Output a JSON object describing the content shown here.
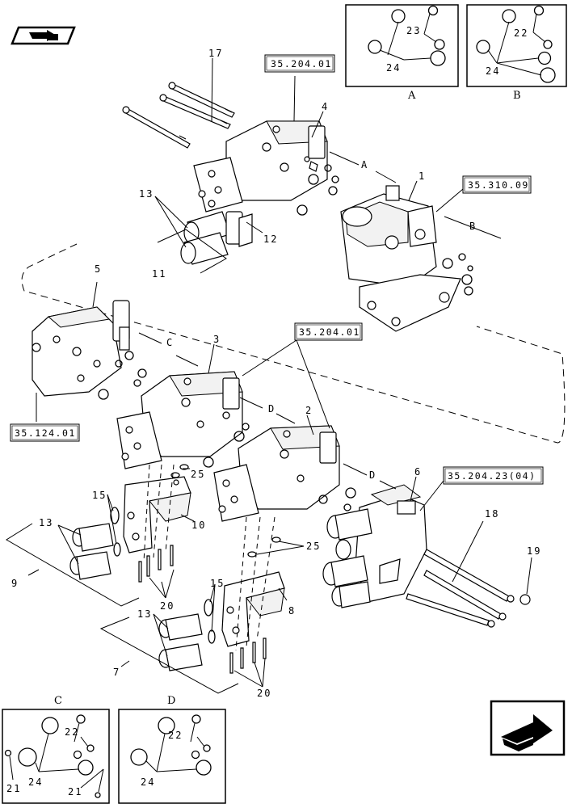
{
  "callouts": {
    "c1": "1",
    "c2": "2",
    "c3": "3",
    "c4": "4",
    "c5": "5",
    "c6": "6",
    "c7": "7",
    "c8": "8",
    "c9": "9",
    "c10": "10",
    "c11": "11",
    "c12": "12",
    "c13a": "13",
    "c13b": "13",
    "c13c": "13",
    "c15a": "15",
    "c15b": "15",
    "c17": "17",
    "c18": "18",
    "c19": "19",
    "c20a": "20",
    "c20b": "20",
    "c25a": "25",
    "c25b": "25",
    "lineA": "A",
    "lineB": "B",
    "lineC": "C",
    "lineD1": "D",
    "lineD2": "D"
  },
  "references": {
    "ref1": "35.204.01",
    "ref2": "35.310.09",
    "ref3": "35.204.01",
    "ref4": "35.124.01",
    "ref5": "35.204.23(04)"
  },
  "detail_boxes": {
    "A": {
      "caption": "A",
      "n1": "23",
      "n2": "24"
    },
    "B": {
      "caption": "B",
      "n1": "22",
      "n2": "24"
    },
    "C": {
      "caption": "C",
      "n1": "22",
      "n2": "24",
      "n3": "21",
      "n4": "21"
    },
    "D": {
      "caption": "D",
      "n1": "22",
      "n2": "24"
    }
  },
  "icons": {
    "top_left": "previous-page-icon",
    "bottom_right": "next-page-icon"
  }
}
